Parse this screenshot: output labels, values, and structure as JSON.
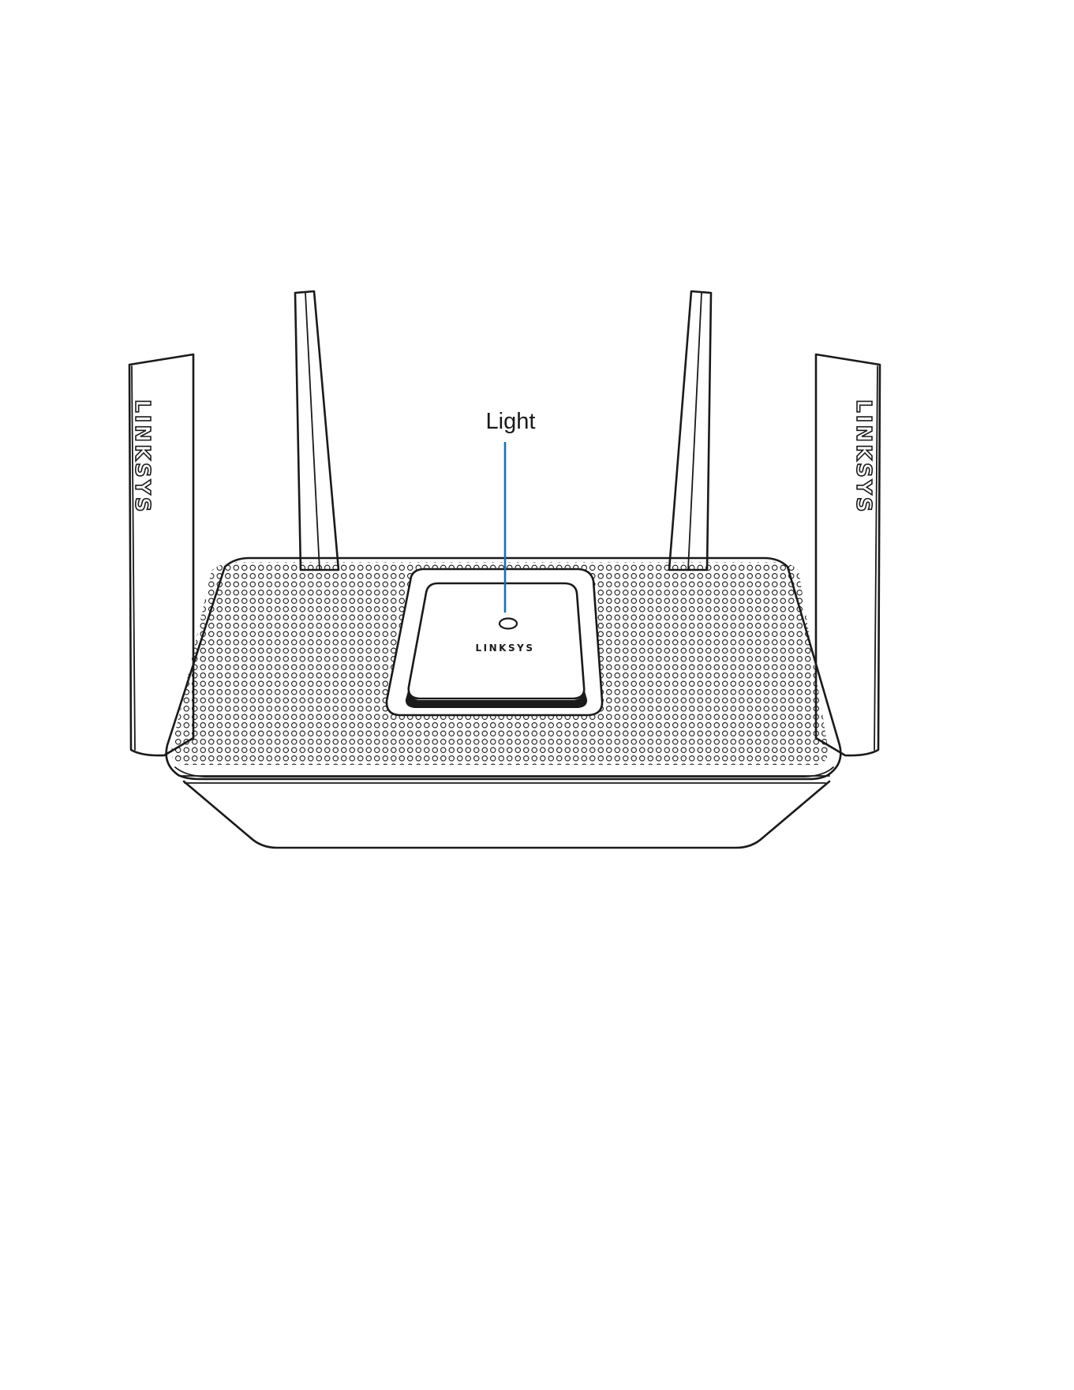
{
  "callout": {
    "label": "Light",
    "line_color": "#1a6fb7"
  },
  "device": {
    "brand": "LINKSYS",
    "antenna_brand": "LINKSYS"
  },
  "icons": {
    "status_light": "led-ring-icon"
  }
}
